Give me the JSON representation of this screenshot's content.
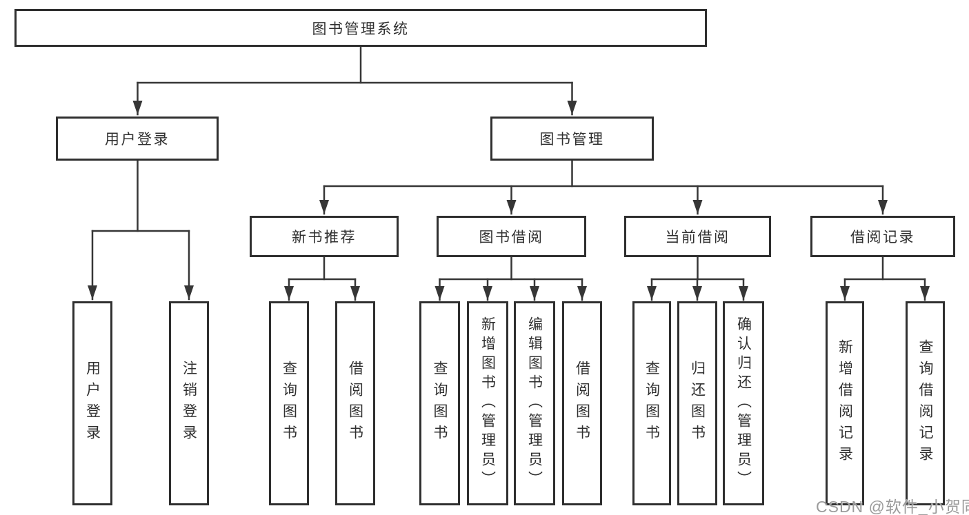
{
  "root": {
    "label": "图书管理系统"
  },
  "login": {
    "label": "用户登录",
    "children": [
      {
        "label": "用户登录"
      },
      {
        "label": "注销登录"
      }
    ]
  },
  "management": {
    "label": "图书管理",
    "sections": [
      {
        "label": "新书推荐",
        "children": [
          {
            "label": "查询图书"
          },
          {
            "label": "借阅图书"
          }
        ]
      },
      {
        "label": "图书借阅",
        "children": [
          {
            "label": "查询图书"
          },
          {
            "label": "新增图书（管理员）"
          },
          {
            "label": "编辑图书（管理员）"
          },
          {
            "label": "借阅图书"
          }
        ]
      },
      {
        "label": "当前借阅",
        "children": [
          {
            "label": "查询图书"
          },
          {
            "label": "归还图书"
          },
          {
            "label": "确认归还（管理员）"
          }
        ]
      },
      {
        "label": "借阅记录",
        "children": [
          {
            "label": "新增借阅记录"
          },
          {
            "label": "查询借阅记录"
          }
        ]
      }
    ]
  },
  "watermark": {
    "text": "CSDN @软件_小贺同学"
  },
  "colors": {
    "line": "#363636",
    "border": "#2f2f2f",
    "text": "#303030",
    "watermark": "#9b9b9b",
    "background": "#ffffff"
  }
}
